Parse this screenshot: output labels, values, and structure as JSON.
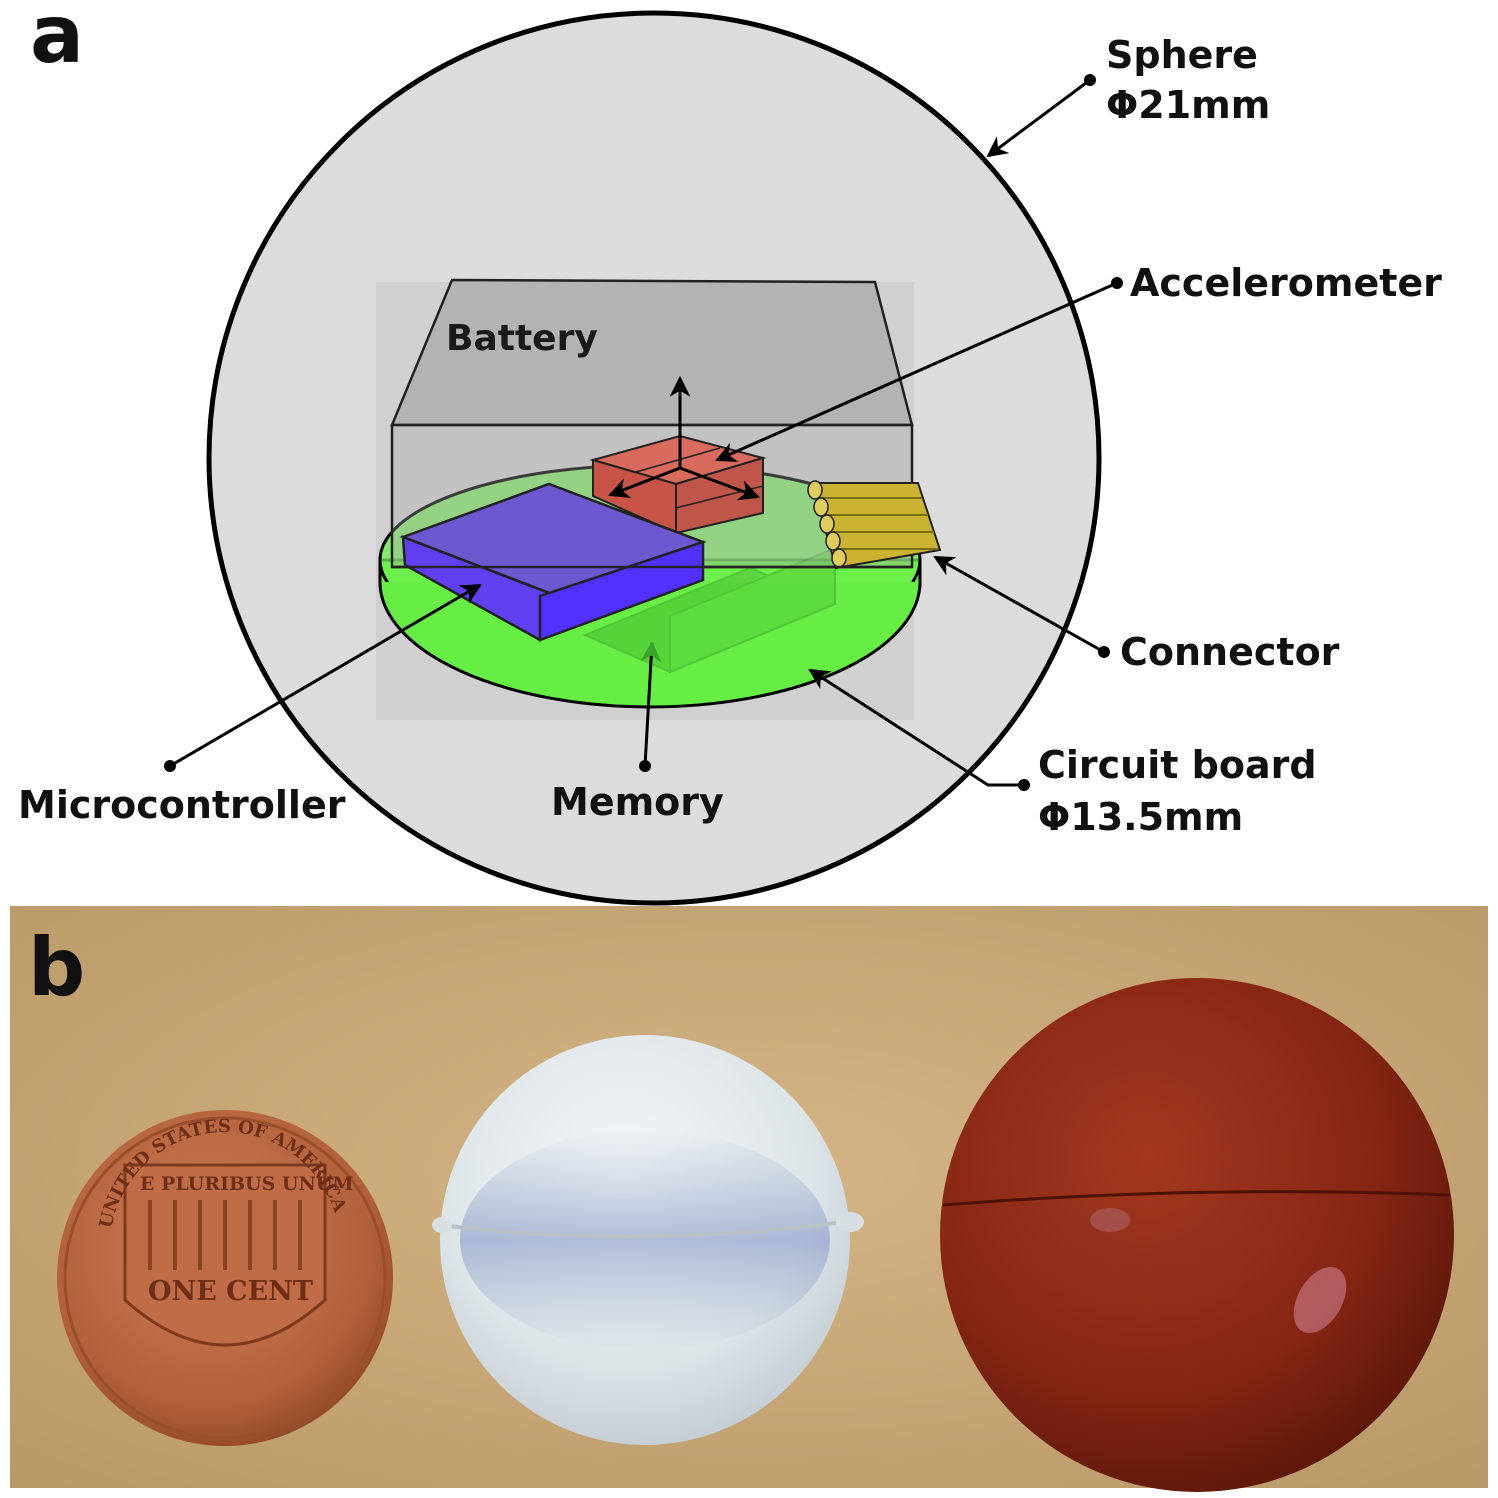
{
  "panels": {
    "a": "a",
    "b": "b"
  },
  "labels": {
    "sphere": "Sphere",
    "sphere_diameter": "Φ21mm",
    "battery": "Battery",
    "accelerometer": "Accelerometer",
    "connector": "Connector",
    "circuit_board": "Circuit board",
    "circuit_board_diameter": "Φ13.5mm",
    "memory": "Memory",
    "microcontroller": "Microcontroller"
  },
  "coin": {
    "top_text": "UNITED STATES OF AMERICA",
    "motto": "E PLURIBUS UNUM",
    "denomination": "ONE CENT"
  },
  "colors": {
    "sphere_fill": "#dcdcdc",
    "battery_fill": "#b3b3b3",
    "board_fill": "#66ee44",
    "microcontroller_fill": "#5533ee",
    "accelerometer_fill": "#cc5a4e",
    "connector_fill": "#c9b330",
    "photo_background": "#c9a877",
    "white_ball": "#e2e9ec",
    "red_ball": "#8e2a18",
    "penny": "#b56640"
  }
}
